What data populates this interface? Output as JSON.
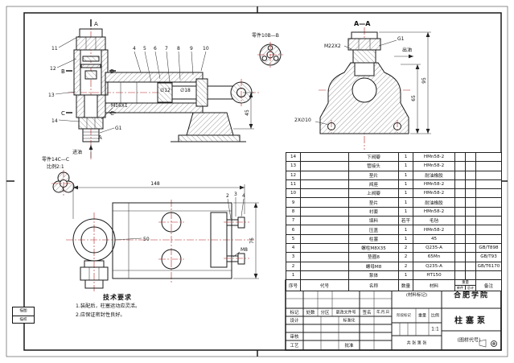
{
  "sheet": {
    "accent_color": "#b22222",
    "line_color": "#1a1a1a"
  },
  "views": {
    "main": {
      "mark_a": "A",
      "mark_b": "B",
      "mark_c": "C",
      "callouts_top": [
        "4",
        "5",
        "6",
        "7",
        "8",
        "9",
        "10"
      ],
      "callouts_left": [
        "11",
        "12",
        "13",
        "14"
      ],
      "thread_m16": "M16X1",
      "thread_g1": "G1",
      "dim_45": "45",
      "dim_d12": "∅12",
      "dim_d18": "∅18",
      "inlet": "进油",
      "detail_b_label": "零件10B—B",
      "detail_c_title": "零件14C—C",
      "detail_c_scale": "比例2:1"
    },
    "aa": {
      "title": "A—A",
      "thread_m22": "M22X2",
      "outlet_thread": "G1",
      "outlet": "出油",
      "holes_label": "2X∅10",
      "dim_95": "95",
      "dim_65": "65"
    },
    "side": {
      "callouts": [
        "2",
        "3",
        "4"
      ],
      "dim_148": "148",
      "dim_76": "76",
      "dim_50": "50",
      "thread_m8": "M8"
    }
  },
  "tech_requirements": {
    "title": "技术要求",
    "items": [
      "1.装配后，柱塞运动应灵活。",
      "2.应保证密封性良好。"
    ]
  },
  "bom": {
    "headers": {
      "no": "序号",
      "code": "代号",
      "name": "名称",
      "qty": "数量",
      "material": "材料",
      "weight": "重量",
      "weight_sub1": "单件",
      "weight_sub2": "总计",
      "notes": "备注"
    },
    "rows": [
      {
        "no": "14",
        "name": "下阀瓣",
        "qty": "1",
        "material": "HMn58-2"
      },
      {
        "no": "13",
        "name": "管接头",
        "qty": "1",
        "material": "HMn58-2"
      },
      {
        "no": "12",
        "name": "垫片",
        "qty": "1",
        "material": "耐油橡胶"
      },
      {
        "no": "11",
        "name": "阀座",
        "qty": "1",
        "material": "HMn58-2"
      },
      {
        "no": "10",
        "name": "上阀瓣",
        "qty": "1",
        "material": "HMn58-2"
      },
      {
        "no": "9",
        "name": "垫片",
        "qty": "1",
        "material": "耐油橡胶"
      },
      {
        "no": "8",
        "name": "衬套",
        "qty": "1",
        "material": "HMn58-2"
      },
      {
        "no": "7",
        "name": "填料",
        "qty": "若干",
        "material": "毛毡"
      },
      {
        "no": "6",
        "name": "压盖",
        "qty": "1",
        "material": "HMn58-2"
      },
      {
        "no": "5",
        "name": "柱塞",
        "qty": "1",
        "material": "45"
      },
      {
        "no": "4",
        "name": "螺柱M8X35",
        "qty": "2",
        "material": "Q235-A",
        "notes": "GB/T898"
      },
      {
        "no": "3",
        "name": "垫圈8",
        "qty": "2",
        "material": "65Mn",
        "notes": "GB/T93"
      },
      {
        "no": "2",
        "name": "螺母M8",
        "qty": "2",
        "material": "Q235-A",
        "notes": "GB/T6170"
      },
      {
        "no": "1",
        "name": "泵体",
        "qty": "1",
        "material": "HT150"
      }
    ]
  },
  "title_block": {
    "school": "合肥学院",
    "material_mark": "(材料标记)",
    "drawing_title": "柱塞泵",
    "drawing_code": "(图样代号)",
    "scale_value": "1:1",
    "labels": {
      "mark": "标记",
      "count": "处数",
      "zone": "分区",
      "change_doc": "更改文件号",
      "sign": "签名",
      "date": "年,月,日",
      "design": "设计",
      "standardize": "标准化",
      "check": "审核",
      "process": "工艺",
      "approve": "批准",
      "stage_mark": "阶段标记",
      "weight": "重量",
      "scale": "比例",
      "sheets": "共 张 第 张"
    }
  },
  "aux_block": {
    "rows": [
      "描图",
      "描校"
    ]
  }
}
